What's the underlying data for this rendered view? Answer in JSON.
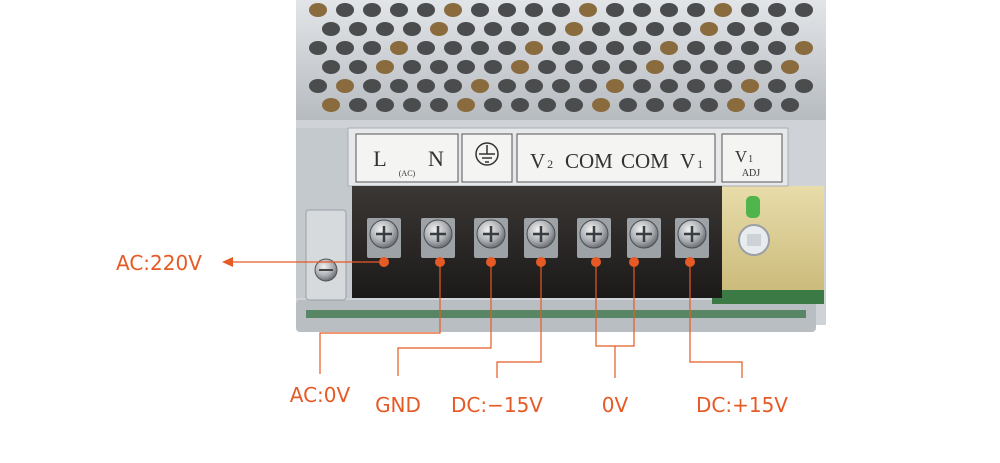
{
  "colors": {
    "accent": "#e55a25",
    "terminal_block": "#2a2826",
    "chassis": "#c8ccd0",
    "panel_label": "#f4f4f2"
  },
  "terminal_panel": {
    "ac_group": {
      "l": "L",
      "n": "N",
      "sub": "(AC)"
    },
    "ground_symbol": "ground-symbol",
    "dc_group": {
      "v2": "V",
      "v2_sub": "2",
      "com1": "COM",
      "com2": "COM",
      "v1": "V",
      "v1_sub": "1"
    },
    "adj_group": {
      "v": "V",
      "v_sub": "1",
      "adj": "ADJ"
    }
  },
  "callouts": {
    "ac_220v": "AC:220V",
    "ac_0v": "AC:0V",
    "gnd": "GND",
    "dc_minus_15v": "DC:−15V",
    "zero_v": "0V",
    "dc_plus_15v": "DC:+15V"
  }
}
